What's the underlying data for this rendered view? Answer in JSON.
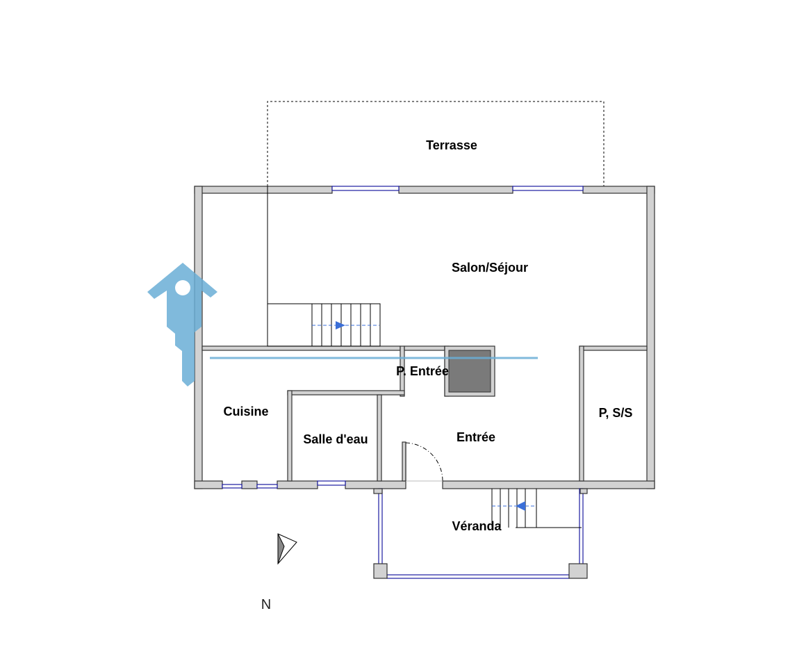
{
  "rooms": {
    "terrasse": "Terrasse",
    "salon": "Salon/Séjour",
    "p_entree": "P. Entrée",
    "cuisine": "Cuisine",
    "salle_eau": "Salle d'eau",
    "entree": "Entrée",
    "placard": "P, S/S",
    "veranda": "Véranda"
  },
  "compass": {
    "label": "N"
  },
  "colors": {
    "wall_fill": "#d2d2d2",
    "wall_stroke": "#333333",
    "window": "#1a1aa0",
    "stair_arrow": "#3b6fd8",
    "chimney": "#7a7a7a",
    "watermark": "#6aaed6"
  },
  "icons": [
    "house-key-watermark-icon",
    "north-arrow-icon",
    "stair-arrow-icon"
  ]
}
